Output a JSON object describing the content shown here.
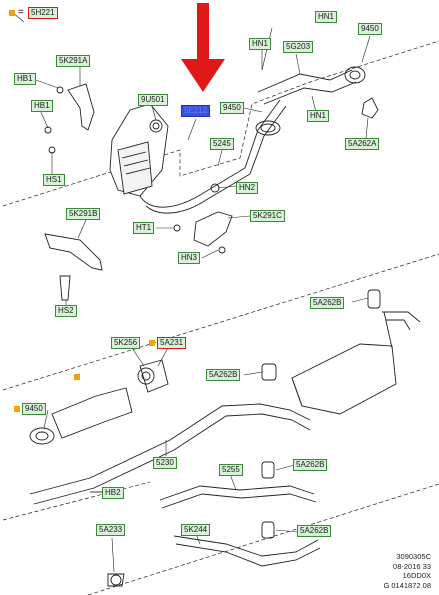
{
  "legend": {
    "symbol": "=",
    "code": "5H221",
    "marker_color": "#f0a500"
  },
  "labels": {
    "hn1_top": "HN1",
    "n9450_top": "9450",
    "hn1_b": "HN1",
    "n5g203": "5G203",
    "n5k291a": "5K291A",
    "hb1": "HB1",
    "hb1_b": "HB1",
    "hs1": "HS1",
    "n9u501": "9U501",
    "n5e212": "5E212",
    "n9450_mid": "9450",
    "hn1_c": "HN1",
    "n5a262a": "5A262A",
    "n5245": "5245",
    "hn2": "HN2",
    "n5k291b": "5K291B",
    "n5k291c": "5K291C",
    "ht1": "HT1",
    "hn3": "HN3",
    "hs2": "HS2",
    "n5a262b_1": "5A262B",
    "n5k256": "5K256",
    "n5a231": "5A231",
    "n5a262b_2": "5A262B",
    "n9450_low": "9450",
    "n5230": "5230",
    "n5255": "5255",
    "n5a262b_3": "5A262B",
    "hb2": "HB2",
    "n5a233": "5A233",
    "n5k244": "5K244",
    "n5a262b_4": "5A262B"
  },
  "footer": [
    "3090305C",
    "08-2016 33",
    "16DD0X",
    "G 0141872 08"
  ],
  "colors": {
    "label_border": "#3a8a3a",
    "label_fill": "#d8f2d8",
    "highlight_border": "#e01818",
    "selected_fill": "#3b52e0",
    "arrow": "#e01818"
  }
}
